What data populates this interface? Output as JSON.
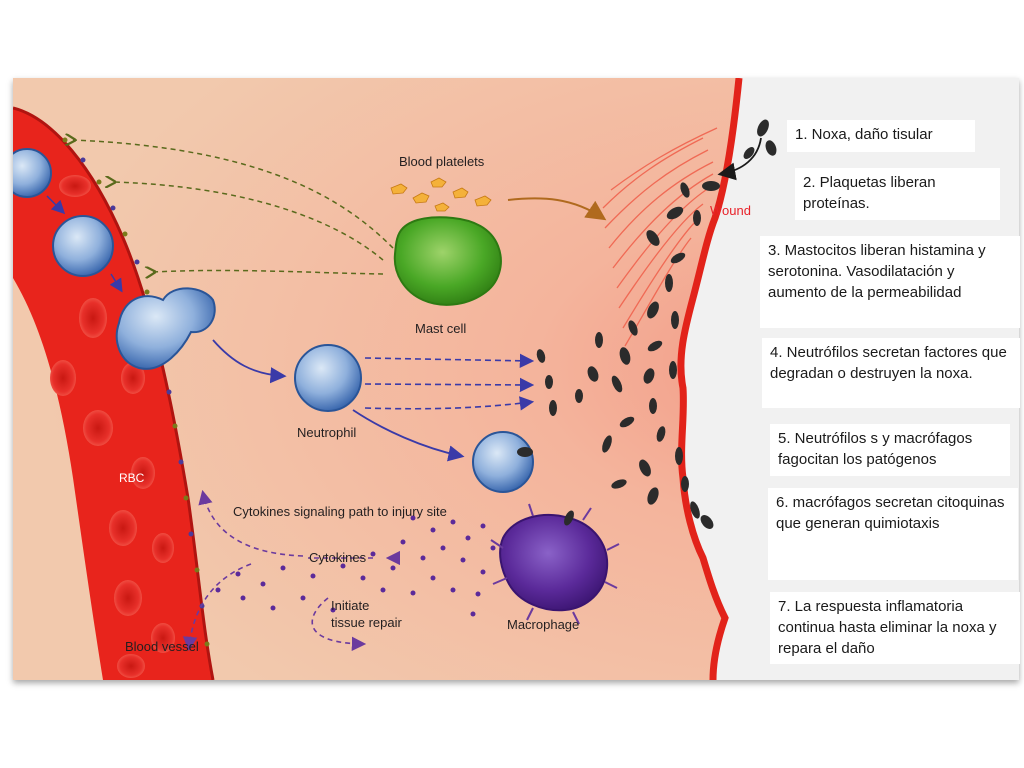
{
  "diagram": {
    "labels": {
      "blood_platelets": "Blood platelets",
      "mast_cell": "Mast cell",
      "neutrophil": "Neutrophil",
      "wound": "Wound",
      "rbc": "RBC",
      "cytokines_path": "Cytokines signaling path to injury site",
      "cytokines": "Cytokines",
      "initiate_line1": "Initiate",
      "initiate_line2": "tissue repair",
      "macrophage": "Macrophage",
      "blood_vessel": "Blood vessel"
    },
    "colors": {
      "vessel_red": "#e8241c",
      "tissue_peach": "#f2c9ad",
      "wound_red": "#e2231a",
      "mast_cell_green": "#3c9a1e",
      "cell_blue": "#4a7fc0",
      "macrophage_purple": "#5b2a9a",
      "pathogen_black": "#2b2b2b",
      "arrow_olive": "#5a6a1c",
      "arrow_blue": "#3a3aa8",
      "arrow_purple": "#6b3a9e"
    }
  },
  "notes": [
    "1. Noxa, daño tisular",
    "2. Plaquetas liberan proteínas.",
    "3. Mastocitos liberan histamina y serotonina.  Vasodilatación y aumento de la permeabilidad",
    "4. Neutrófilos secretan factores que degradan o destruyen la noxa.",
    "5. Neutrófilos s y macrófagos fagocitan los patógenos",
    "6. macrófagos secretan citoquinas que generan quimiotaxis",
    "7. La respuesta inflamatoria continua hasta eliminar la noxa y repara el daño"
  ]
}
